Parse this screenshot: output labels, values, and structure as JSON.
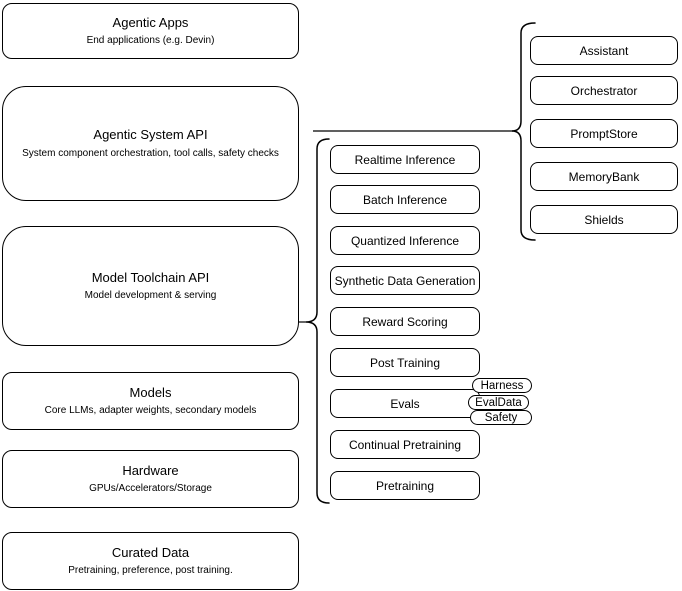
{
  "left": [
    {
      "title": "Agentic Apps",
      "subtitle": "End applications (e.g. Devin)"
    },
    {
      "title": "Agentic System API",
      "subtitle": "System component orchestration, tool calls, safety checks"
    },
    {
      "title": "Model Toolchain API",
      "subtitle": "Model development & serving"
    },
    {
      "title": "Models",
      "subtitle": "Core LLMs, adapter weights, secondary models"
    },
    {
      "title": "Hardware",
      "subtitle": "GPUs/Accelerators/Storage"
    },
    {
      "title": "Curated Data",
      "subtitle": "Pretraining, preference, post training."
    }
  ],
  "toolchain": [
    "Realtime Inference",
    "Batch Inference",
    "Quantized Inference",
    "Synthetic Data Generation",
    "Reward Scoring",
    "Post Training",
    "Evals",
    "Continual Pretraining",
    "Pretraining"
  ],
  "evals_tags": [
    "Harness",
    "EvalData",
    "Safety"
  ],
  "components": [
    "Assistant",
    "Orchestrator",
    "PromptStore",
    "MemoryBank",
    "Shields"
  ],
  "colors": {
    "border": "#000000",
    "background": "#ffffff",
    "text": "#000000"
  }
}
